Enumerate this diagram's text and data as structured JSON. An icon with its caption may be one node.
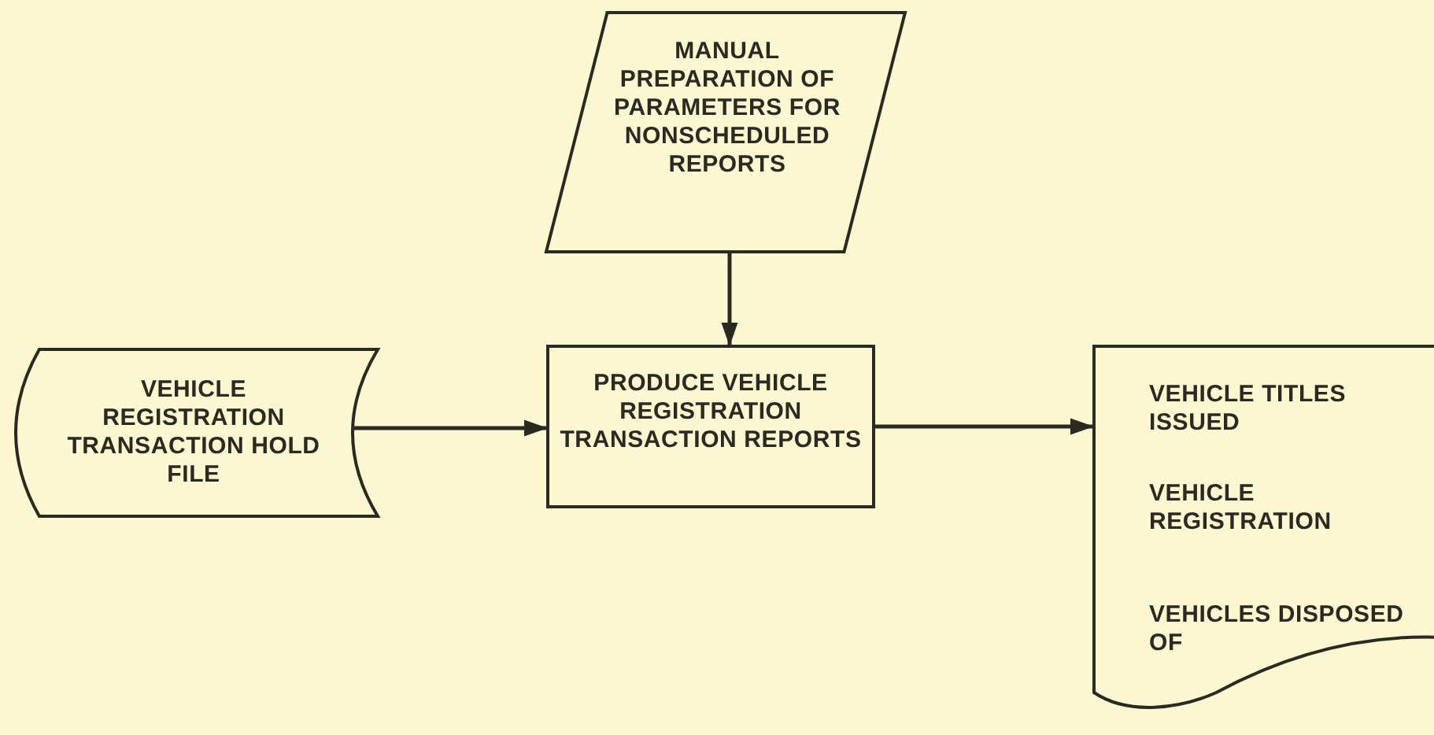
{
  "diagram": {
    "nodes": [
      {
        "text": [
          "MANUAL PREPARATION OF PARAMETERS FOR NONSCHEDULED REPORTS"
        ]
      },
      {
        "text": [
          "VEHICLE REGISTRATION TRANSACTION HOLD FILE"
        ]
      },
      {
        "text": [
          "PRODUCE VEHICLE REGISTRATION TRANSACTION REPORTS"
        ]
      },
      {
        "text": [
          "VEHICLE TITLES ISSUED",
          "VEHICLE REGISTRATION",
          "VEHICLES DISPOSED OF"
        ]
      }
    ],
    "edges": [
      {
        "from": 0,
        "to": 2,
        "arrow": "to"
      },
      {
        "from": 1,
        "to": 2,
        "arrow": "to"
      },
      {
        "from": 2,
        "to": 3,
        "arrow": "to"
      }
    ]
  }
}
